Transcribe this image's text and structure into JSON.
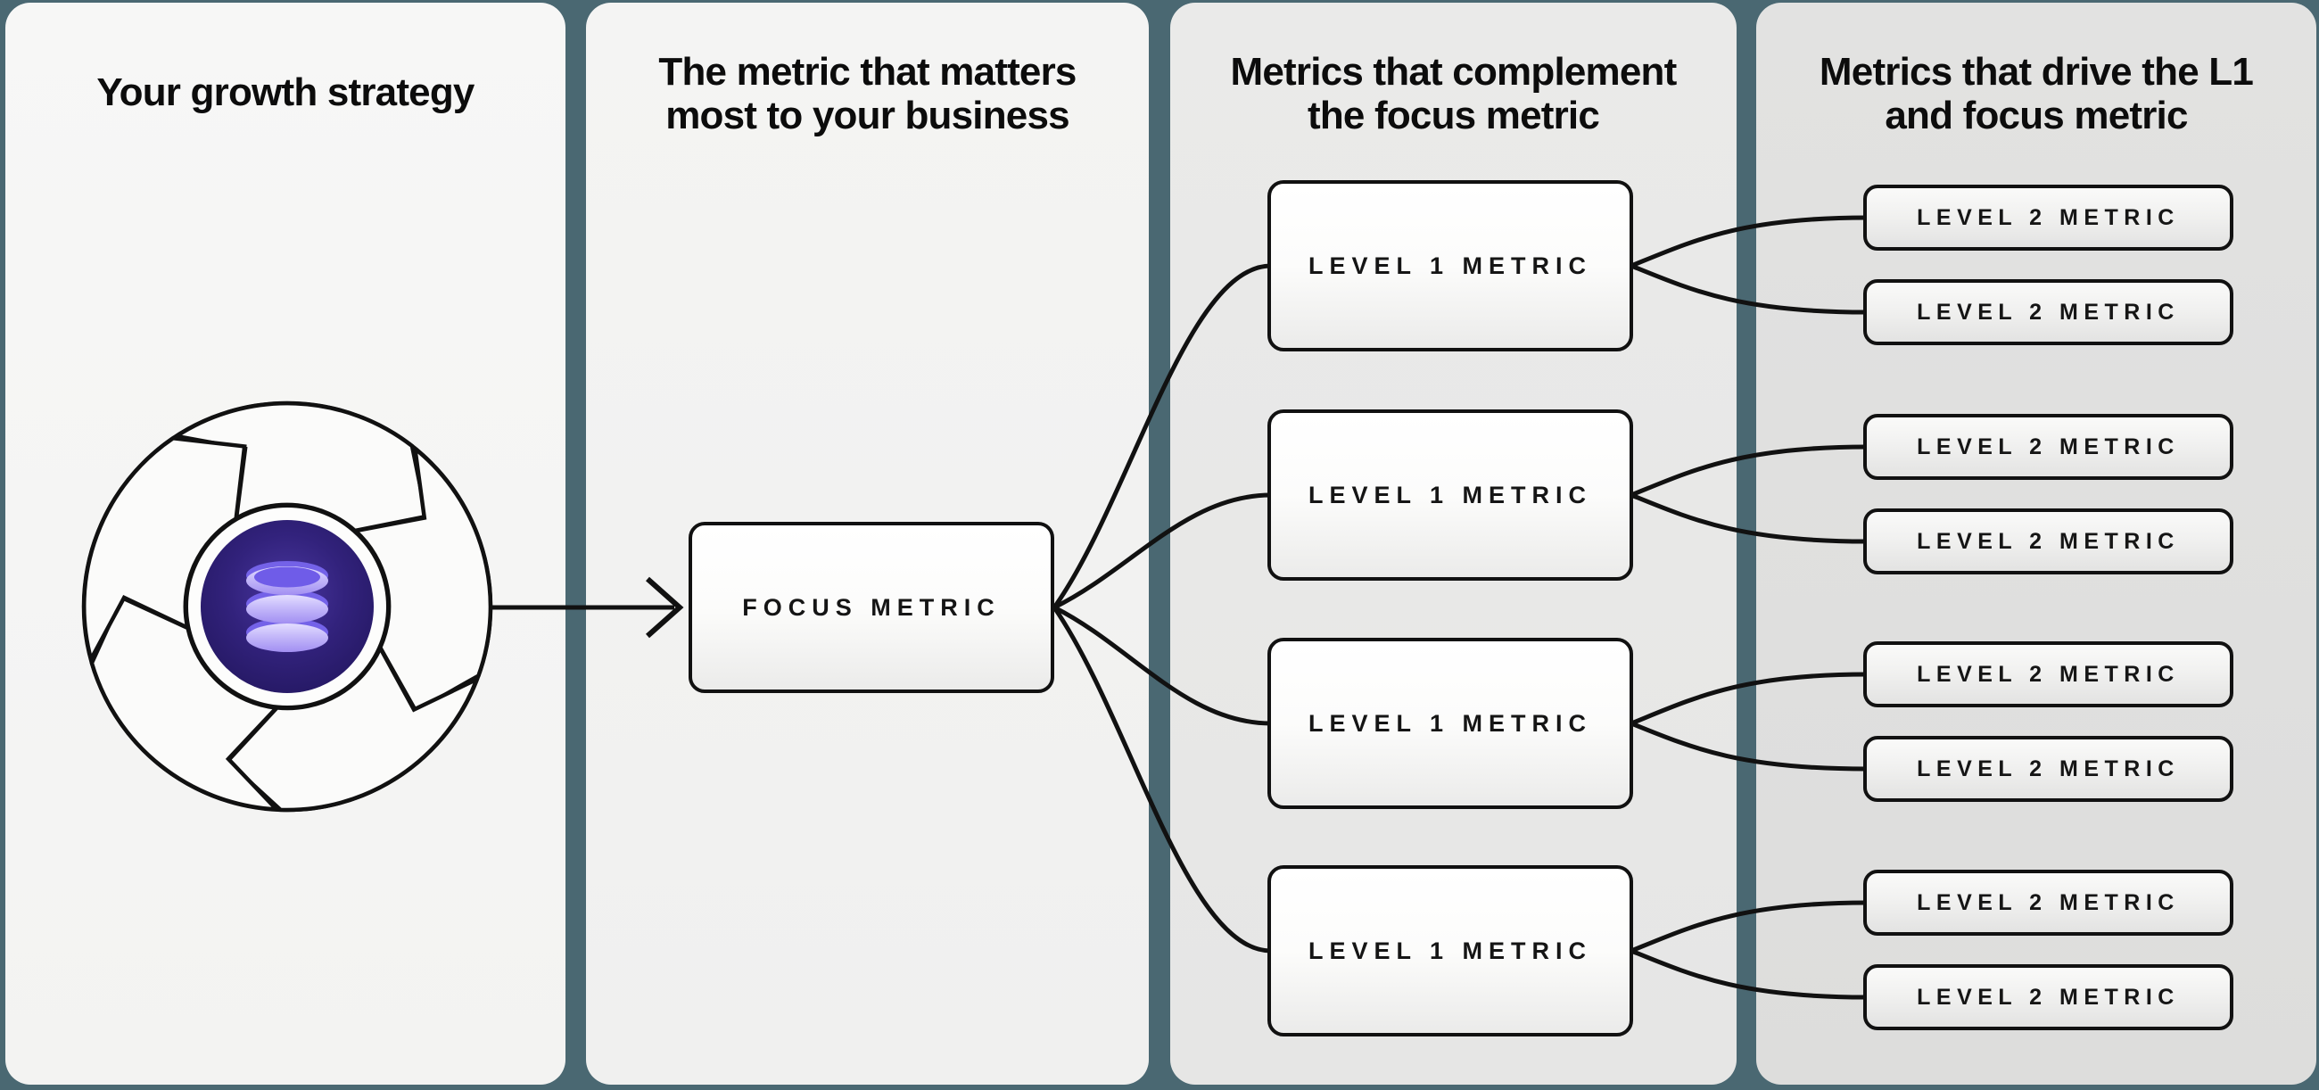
{
  "page": {
    "description": "Growth metrics hierarchy diagram with four columns"
  },
  "columns": [
    {
      "title": "Your growth strategy"
    },
    {
      "title": "The metric that matters\nmost to your business"
    },
    {
      "title": "Metrics that complement\nthe focus metric"
    },
    {
      "title": "Metrics that drive the L1\nand focus metric"
    }
  ],
  "nodes": {
    "focus": {
      "label": "FOCUS METRIC"
    },
    "level1": [
      {
        "label": "LEVEL 1 METRIC"
      },
      {
        "label": "LEVEL 1 METRIC"
      },
      {
        "label": "LEVEL 1 METRIC"
      },
      {
        "label": "LEVEL 1 METRIC"
      }
    ],
    "level2": [
      {
        "label": "LEVEL 2 METRIC"
      },
      {
        "label": "LEVEL 2 METRIC"
      },
      {
        "label": "LEVEL 2 METRIC"
      },
      {
        "label": "LEVEL 2 METRIC"
      },
      {
        "label": "LEVEL 2 METRIC"
      },
      {
        "label": "LEVEL 2 METRIC"
      },
      {
        "label": "LEVEL 2 METRIC"
      },
      {
        "label": "LEVEL 2 METRIC"
      }
    ]
  },
  "icons": {
    "flywheel": "flywheel-database-icon"
  },
  "colors": {
    "background_teal": "#4A6872",
    "card_light": "#f5f5f4",
    "card_mid": "#e9e9e8",
    "card_dark": "#e0e0df",
    "line_black": "#111111",
    "core_indigo": "#2B1C6E",
    "database_lavender": "#C4B9F9"
  }
}
